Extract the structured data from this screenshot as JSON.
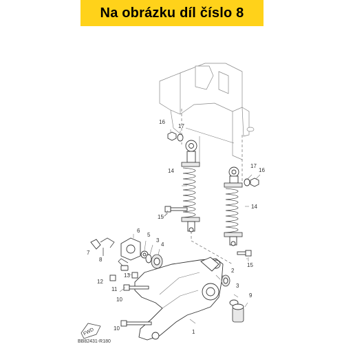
{
  "banner": {
    "text": "Na obrázku díl číslo 8",
    "bg": "#ffd21a"
  },
  "diagram": {
    "code": "BB82431-R180",
    "fwd": "FWD",
    "labels": {
      "l1": "1",
      "l2": "2",
      "l3a": "3",
      "l3b": "3",
      "l4": "4",
      "l5": "5",
      "l6": "6",
      "l7": "7",
      "l8": "8",
      "l9": "9",
      "l10a": "10",
      "l10b": "10",
      "l11": "11",
      "l12": "12",
      "l13": "13",
      "l14a": "14",
      "l14b": "14",
      "l15a": "15",
      "l15b": "15",
      "l16a": "16",
      "l16b": "16",
      "l17a": "17",
      "l17b": "17"
    }
  }
}
